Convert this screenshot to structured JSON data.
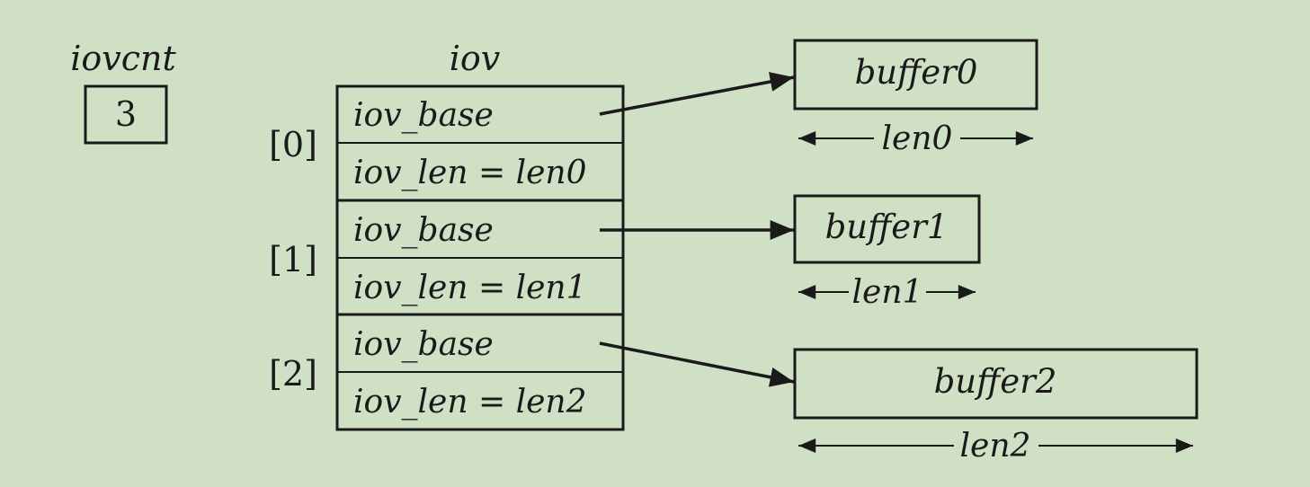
{
  "iovcnt": {
    "label": "iovcnt",
    "value": "3"
  },
  "iov": {
    "label": "iov",
    "entries": [
      {
        "index": "[0]",
        "base": "iov_base",
        "len": "iov_len = len0"
      },
      {
        "index": "[1]",
        "base": "iov_base",
        "len": "iov_len = len1"
      },
      {
        "index": "[2]",
        "base": "iov_base",
        "len": "iov_len = len2"
      }
    ]
  },
  "buffers": [
    {
      "name": "buffer0",
      "length_label": "len0"
    },
    {
      "name": "buffer1",
      "length_label": "len1"
    },
    {
      "name": "buffer2",
      "length_label": "len2"
    }
  ]
}
